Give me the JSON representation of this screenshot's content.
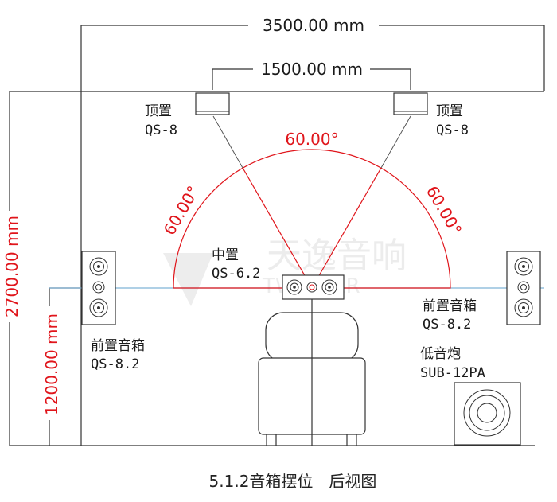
{
  "dimensions": {
    "room_width": "3500.00 mm",
    "top_spacing": "1500.00 mm",
    "room_depth": "2700.00 mm",
    "listener_height": "1200.00 mm"
  },
  "angles": {
    "top": "60.00°",
    "left": "60.00°",
    "right": "60.00°"
  },
  "speakers": {
    "top_left": {
      "name": "顶置",
      "model": "QS-8"
    },
    "top_right": {
      "name": "顶置",
      "model": "QS-8"
    },
    "center": {
      "name": "中置",
      "model": "QS-6.2"
    },
    "front_left": {
      "name": "前置音箱",
      "model": "QS-8.2"
    },
    "front_right": {
      "name": "前置音箱",
      "model": "QS-8.2"
    },
    "subwoofer": {
      "name": "低音炮",
      "model": "SUB-12PA"
    }
  },
  "watermark": {
    "cn": "天逸音响",
    "en": "TWINNER"
  },
  "caption": "5.1.2音箱摆位　后视图",
  "colors": {
    "accent_red": "#e0151b",
    "line": "#333333",
    "blue_line": "#7fb4d8"
  }
}
